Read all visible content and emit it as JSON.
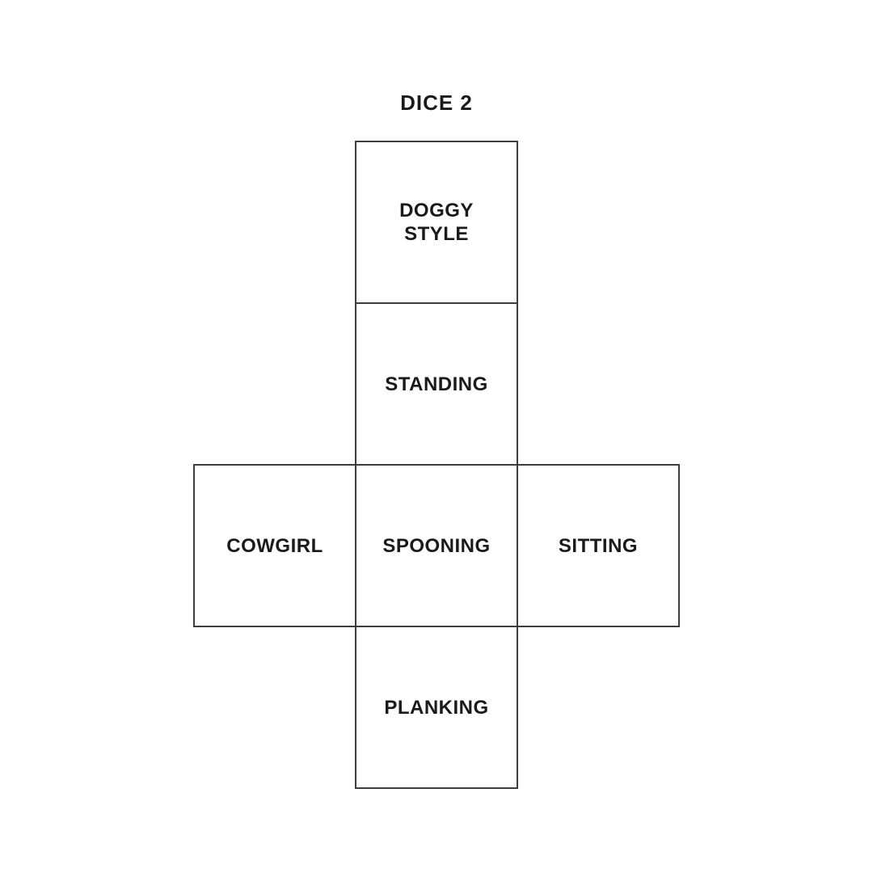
{
  "title": "DICE 2",
  "dice_net": {
    "shape": "cross-net-of-cube",
    "border_color": "#3d3d3d",
    "text_color": "#1a1a1a",
    "background_color": "#ffffff",
    "faces": [
      {
        "position": "top",
        "label": "DOGGY\nSTYLE"
      },
      {
        "position": "upper-middle",
        "label": "STANDING"
      },
      {
        "position": "middle-left",
        "label": "COWGIRL"
      },
      {
        "position": "center",
        "label": "SPOONING"
      },
      {
        "position": "middle-right",
        "label": "SITTING"
      },
      {
        "position": "bottom",
        "label": "PLANKING"
      }
    ]
  }
}
